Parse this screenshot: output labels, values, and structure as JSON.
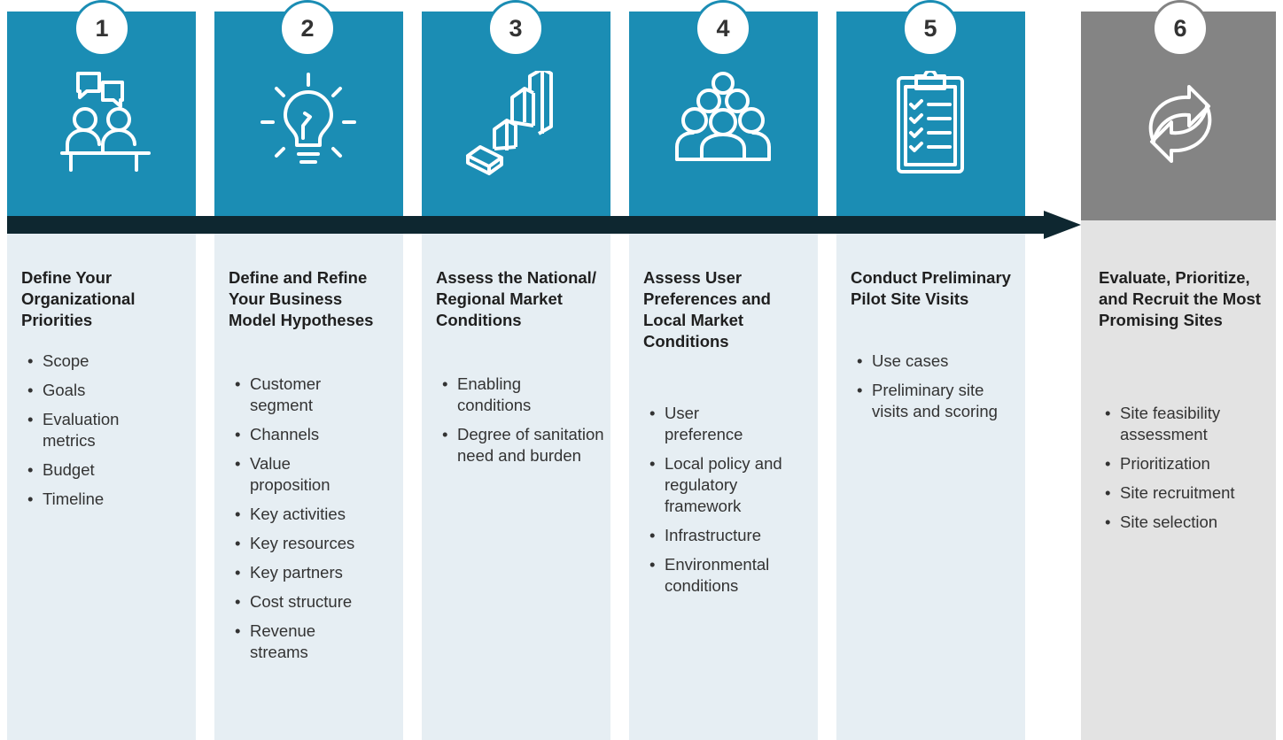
{
  "colors": {
    "step_header": "#1b8db4",
    "final_header": "#848484",
    "step_body": "#e6eef3",
    "final_body": "#e3e3e3",
    "arrow": "#0e2730",
    "text": "#333333"
  },
  "steps": [
    {
      "number": "1",
      "icon": "discussion-people-icon",
      "title": "Define Your Organizational Priorities",
      "items": [
        "Scope",
        "Goals",
        "Evaluation metrics",
        "Budget",
        "Timeline"
      ]
    },
    {
      "number": "2",
      "icon": "lightbulb-icon",
      "title": "Define and Refine Your Business Model Hypotheses",
      "items": [
        "Customer segment",
        "Channels",
        "Value proposition",
        "Key activities",
        "Key resources",
        "Key partners",
        "Cost structure",
        "Revenue streams"
      ]
    },
    {
      "number": "3",
      "icon": "ascending-blocks-icon",
      "title": "Assess the National/ Regional Market Conditions",
      "items": [
        "Enabling conditions",
        "Degree of sanitation need and burden"
      ]
    },
    {
      "number": "4",
      "icon": "crowd-icon",
      "title": "Assess User Preferences and Local Market Conditions",
      "items": [
        "User preference",
        "Local policy and regulatory framework",
        "Infrastructure",
        "Environmental conditions"
      ]
    },
    {
      "number": "5",
      "icon": "clipboard-checklist-icon",
      "title": "Conduct Preliminary Pilot Site Visits",
      "items": [
        "Use cases",
        "Preliminary site visits and scoring"
      ]
    },
    {
      "number": "6",
      "icon": "refresh-cycle-icon",
      "title": "Evaluate, Prioritize, and Recruit the Most Promising Sites",
      "items": [
        "Site feasibility assessment",
        "Prioritization",
        "Site recruitment",
        "Site selection"
      ]
    }
  ]
}
